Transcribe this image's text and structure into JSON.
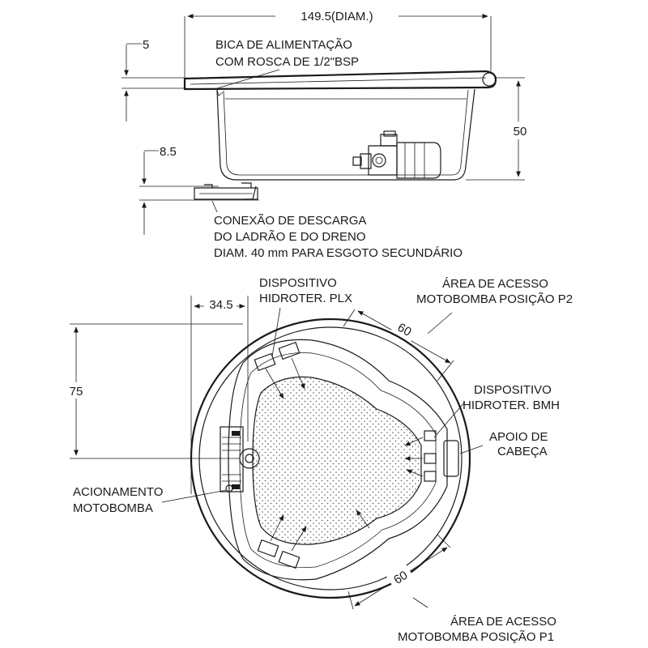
{
  "side_view": {
    "dim_diameter": "149.5(DIAM.)",
    "dim_rim": "5",
    "dim_height": "50",
    "dim_drain": "8.5",
    "label_inlet_line1": "BICA DE ALIMENTAÇÃO",
    "label_inlet_line2": "COM ROSCA DE 1/2\"BSP",
    "label_drain_line1": "CONEXÃO DE DESCARGA",
    "label_drain_line2": "DO LADRÃO E DO DRENO",
    "label_drain_line3": "DIAM. 40 mm PARA ESGOTO SECUNDÁRIO"
  },
  "top_view": {
    "dim_offset": "34.5",
    "dim_depth": "75",
    "dim_access_p2": "60",
    "dim_access_p1": "60",
    "label_plx_line1": "DISPOSITIVO",
    "label_plx_line2": "HIDROTER. PLX",
    "label_access_p2_line1": "ÁREA DE ACESSO",
    "label_access_p2_line2": "MOTOBOMBA POSIÇÃO P2",
    "label_bmh_line1": "DISPOSITIVO",
    "label_bmh_line2": "HIDROTER. BMH",
    "label_headrest_line1": "APOIO DE",
    "label_headrest_line2": "CABEÇA",
    "label_pump_line1": "ACIONAMENTO",
    "label_pump_line2": "MOTOBOMBA",
    "label_access_p1_line1": "ÁREA DE ACESSO",
    "label_access_p1_line2": "MOTOBOMBA POSIÇÃO P1"
  }
}
